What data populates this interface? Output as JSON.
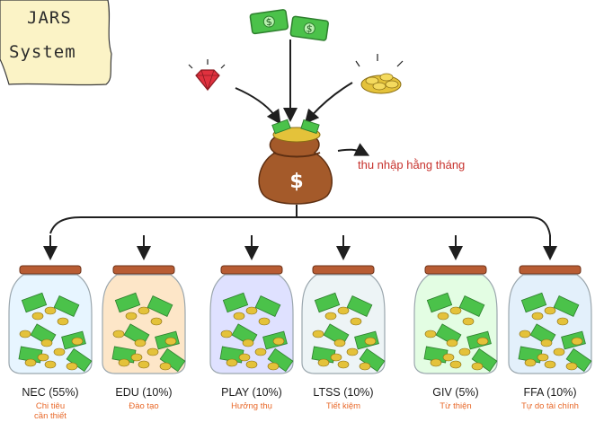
{
  "title": {
    "line1": "JARS",
    "line2": "System"
  },
  "income_label": "thu nhập hằng tháng",
  "icons": {
    "money": "dollar-banknote",
    "gem": "ruby-gem",
    "coins": "gold-coin-pile",
    "bag": "money-bag",
    "bag_symbol": "$"
  },
  "colors": {
    "line": "#1f1f1f",
    "sub_label": "#e8692a",
    "income_label": "#c7322d",
    "bill": "#4bc24a",
    "coin": "#e4c23a",
    "bag": "#a45a2a",
    "lid": "#b85c33",
    "title_card": "#fbf3c6"
  },
  "jars": [
    {
      "code": "NEC (55%)",
      "name": "Chi tiêu",
      "name2": "cần thiết",
      "tint": "#e7f5ff"
    },
    {
      "code": "EDU (10%)",
      "name": "Đào tạo",
      "name2": "",
      "tint": "#fde6c8"
    },
    {
      "code": "PLAY (10%)",
      "name": "Hưởng thụ",
      "name2": "",
      "tint": "#dfe1ff"
    },
    {
      "code": "LTSS (10%)",
      "name": "Tiết kiệm",
      "name2": "",
      "tint": "#edf4f6"
    },
    {
      "code": "GIV (5%)",
      "name": "Từ thiện",
      "name2": "",
      "tint": "#e3fde3"
    },
    {
      "code": "FFA (10%)",
      "name": "Tự do tài chính",
      "name2": "",
      "tint": "#e3f0fb"
    }
  ]
}
